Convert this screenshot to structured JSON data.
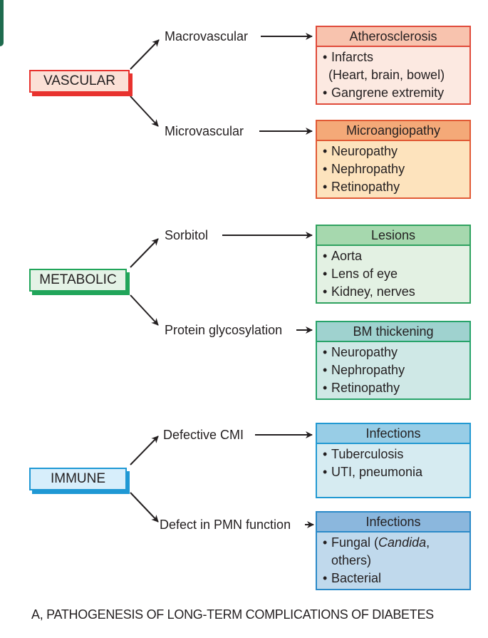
{
  "colors": {
    "vascular_border": "#e8322e",
    "vascular_fill": "#fbe0d6",
    "macro_border": "#e04a3a",
    "macro_header": "#f8c3ae",
    "macro_body": "#fce9e1",
    "micro_border": "#e15a35",
    "micro_header": "#f4a978",
    "micro_body": "#fde3bd",
    "metabolic_border": "#21a55a",
    "metabolic_fill": "#e4f2e6",
    "lesions_border": "#2fa25f",
    "lesions_header": "#a6d8ae",
    "lesions_body": "#e3f1e3",
    "bm_border": "#27a36a",
    "bm_header": "#9fd2cf",
    "bm_body": "#cfe8e6",
    "immune_border": "#1f98d4",
    "immune_fill": "#d7eefb",
    "inf1_border": "#2299d2",
    "inf1_header": "#98cde6",
    "inf1_body": "#d6ebf1",
    "inf2_border": "#2b8ac8",
    "inf2_header": "#8bb7dd",
    "inf2_body": "#c0d9ec",
    "arrow": "#231f20"
  },
  "categories": [
    {
      "id": "vascular",
      "label": "VASCULAR"
    },
    {
      "id": "metabolic",
      "label": "METABOLIC"
    },
    {
      "id": "immune",
      "label": "IMMUNE"
    }
  ],
  "mechanisms": [
    {
      "label": "Macrovascular"
    },
    {
      "label": "Microvascular"
    },
    {
      "label": "Sorbitol"
    },
    {
      "label": "Protein glycosylation"
    },
    {
      "label": "Defective CMI"
    },
    {
      "label": "Defect in PMN function"
    }
  ],
  "outcomes": [
    {
      "title": "Atherosclerosis",
      "items": [
        "Infarcts",
        "(Heart, brain, bowel)",
        "Gangrene extremity"
      ]
    },
    {
      "title": "Microangiopathy",
      "items": [
        "Neuropathy",
        "Nephropathy",
        "Retinopathy"
      ]
    },
    {
      "title": "Lesions",
      "items": [
        "Aorta",
        "Lens of eye",
        "Kidney, nerves"
      ]
    },
    {
      "title": "BM thickening",
      "items": [
        "Neuropathy",
        "Nephropathy",
        "Retinopathy"
      ]
    },
    {
      "title": "Infections",
      "items": [
        "Tuberculosis",
        "UTI, pneumonia"
      ]
    },
    {
      "title": "Infections",
      "items": [
        "Fungal (",
        "Candida",
        ",",
        "others)",
        "Bacterial"
      ]
    }
  ],
  "caption": "A, PATHOGENESIS OF LONG-TERM COMPLICATIONS OF DIABETES"
}
